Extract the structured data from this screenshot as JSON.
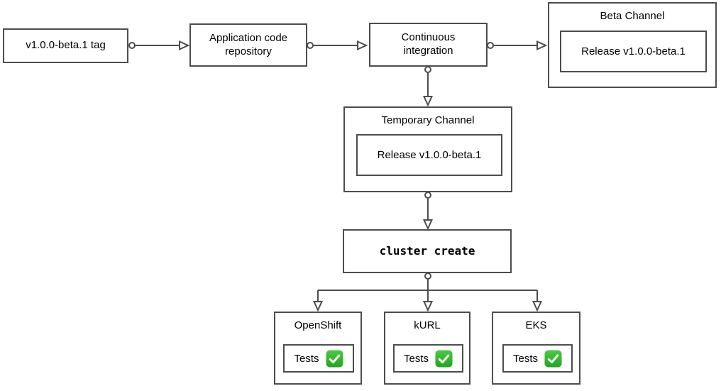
{
  "diagram": {
    "tag": {
      "label": "v1.0.0-beta.1 tag"
    },
    "repo": {
      "label": "Application code repository"
    },
    "ci": {
      "label": "Continuous integration"
    },
    "beta_channel": {
      "title": "Beta Channel",
      "release_label": "Release v1.0.0-beta.1"
    },
    "temporary_channel": {
      "title": "Temporary Channel",
      "release_label": "Release v1.0.0-beta.1"
    },
    "cluster_create": {
      "label": "cluster create"
    },
    "clusters": [
      {
        "title": "OpenShift",
        "tests_label": "Tests",
        "status_icon": "check-mark-button"
      },
      {
        "title": "kURL",
        "tests_label": "Tests",
        "status_icon": "check-mark-button"
      },
      {
        "title": "EKS",
        "tests_label": "Tests",
        "status_icon": "check-mark-button"
      }
    ],
    "colors": {
      "stroke": "#4d4d4d",
      "text": "#000000",
      "check_green": "#2fb32a",
      "background": "#ffffff"
    }
  }
}
